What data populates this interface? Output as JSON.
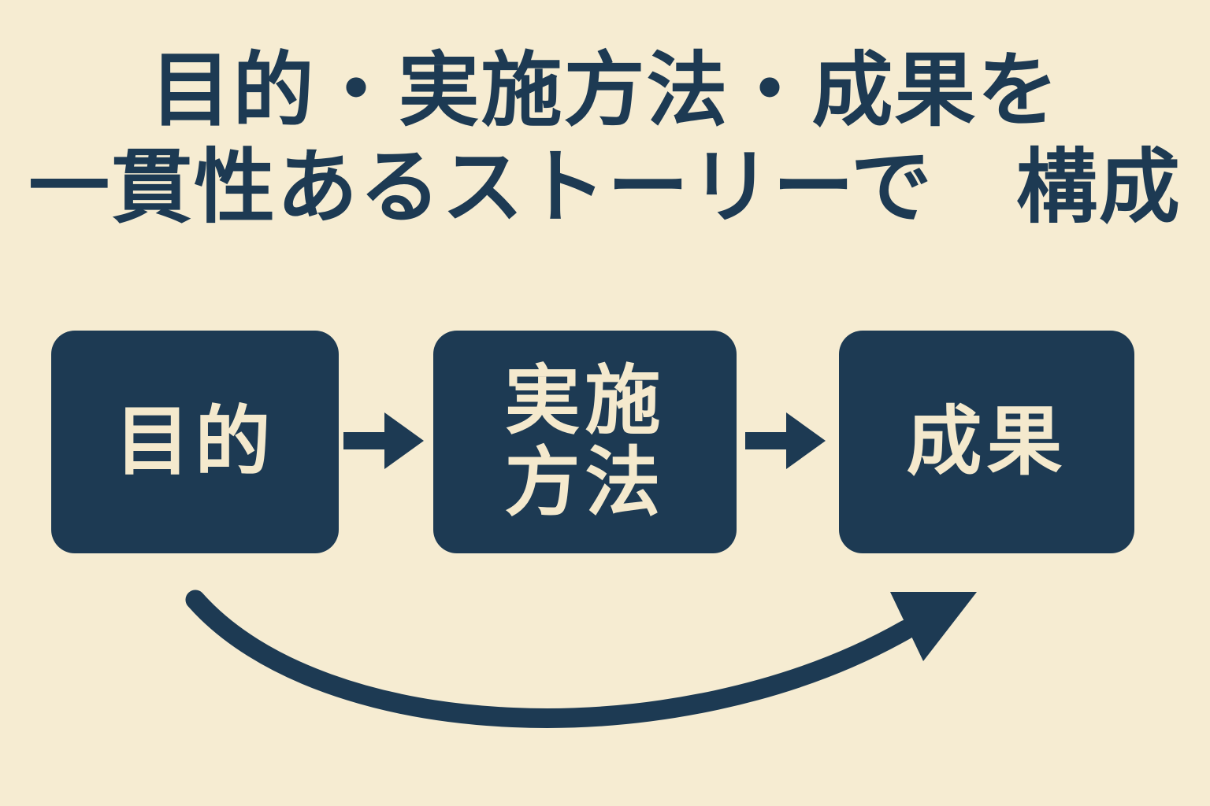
{
  "colors": {
    "background": "#f6ecd2",
    "navy": "#1d3a53",
    "box_text": "#f4e9cd"
  },
  "title": {
    "line1": "目的・実施方法・成果を",
    "line2": "一貫性あるストーリーで　構成"
  },
  "flow": {
    "boxes": [
      {
        "id": "purpose",
        "label": "目的"
      },
      {
        "id": "method",
        "label": "実施\n方法"
      },
      {
        "id": "result",
        "label": "成果"
      }
    ],
    "connectors": [
      {
        "icon": "arrow-right-icon",
        "from": "purpose",
        "to": "method"
      },
      {
        "icon": "arrow-right-icon",
        "from": "method",
        "to": "result"
      },
      {
        "icon": "curved-arrow-icon",
        "from": "purpose",
        "to": "result"
      }
    ]
  }
}
